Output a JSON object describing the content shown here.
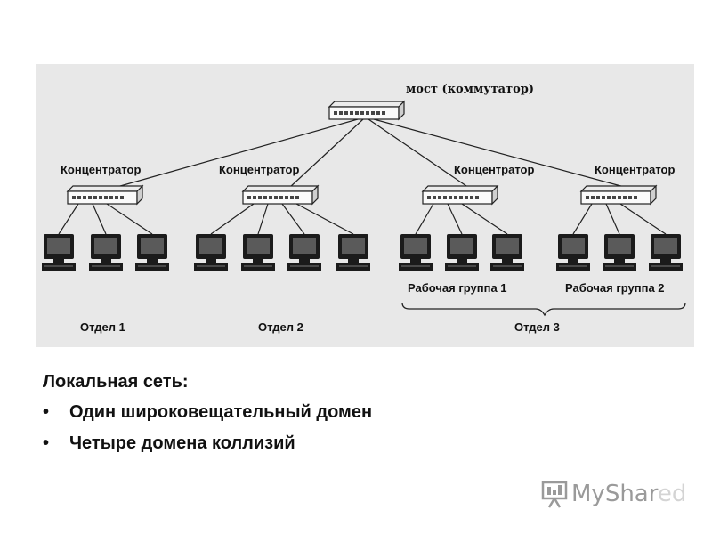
{
  "diagram": {
    "bridge_label": "мост (коммутатор)",
    "hub_labels": [
      "Концентратор",
      "Концентратор",
      "Концентратор",
      "Концентратор"
    ],
    "workgroup_labels": [
      "Рабочая группа 1",
      "Рабочая группа 2"
    ],
    "department_labels": [
      "Отдел 1",
      "Отдел 2",
      "Отдел 3"
    ],
    "computers_per_hub": [
      3,
      4,
      3,
      3
    ]
  },
  "caption": "Локальная сеть:",
  "bullets": [
    "Один широковещательный домен",
    "Четыре домена коллизий"
  ],
  "logo": {
    "text_main": "MyShar",
    "text_faded": "ed",
    "icon": "presentation-board-icon",
    "color": "#9a9a9a"
  }
}
